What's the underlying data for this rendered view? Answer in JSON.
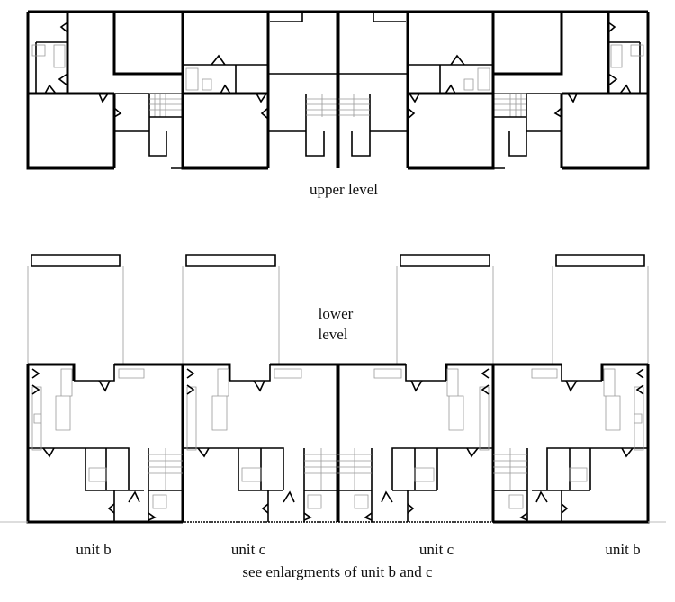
{
  "labels": {
    "upper_level": "upper level",
    "lower_level_1": "lower",
    "lower_level_2": "level",
    "note": "see enlargments of unit b and c"
  },
  "units": [
    {
      "label": "unit b"
    },
    {
      "label": "unit c"
    },
    {
      "label": "unit c"
    },
    {
      "label": "unit b"
    }
  ]
}
